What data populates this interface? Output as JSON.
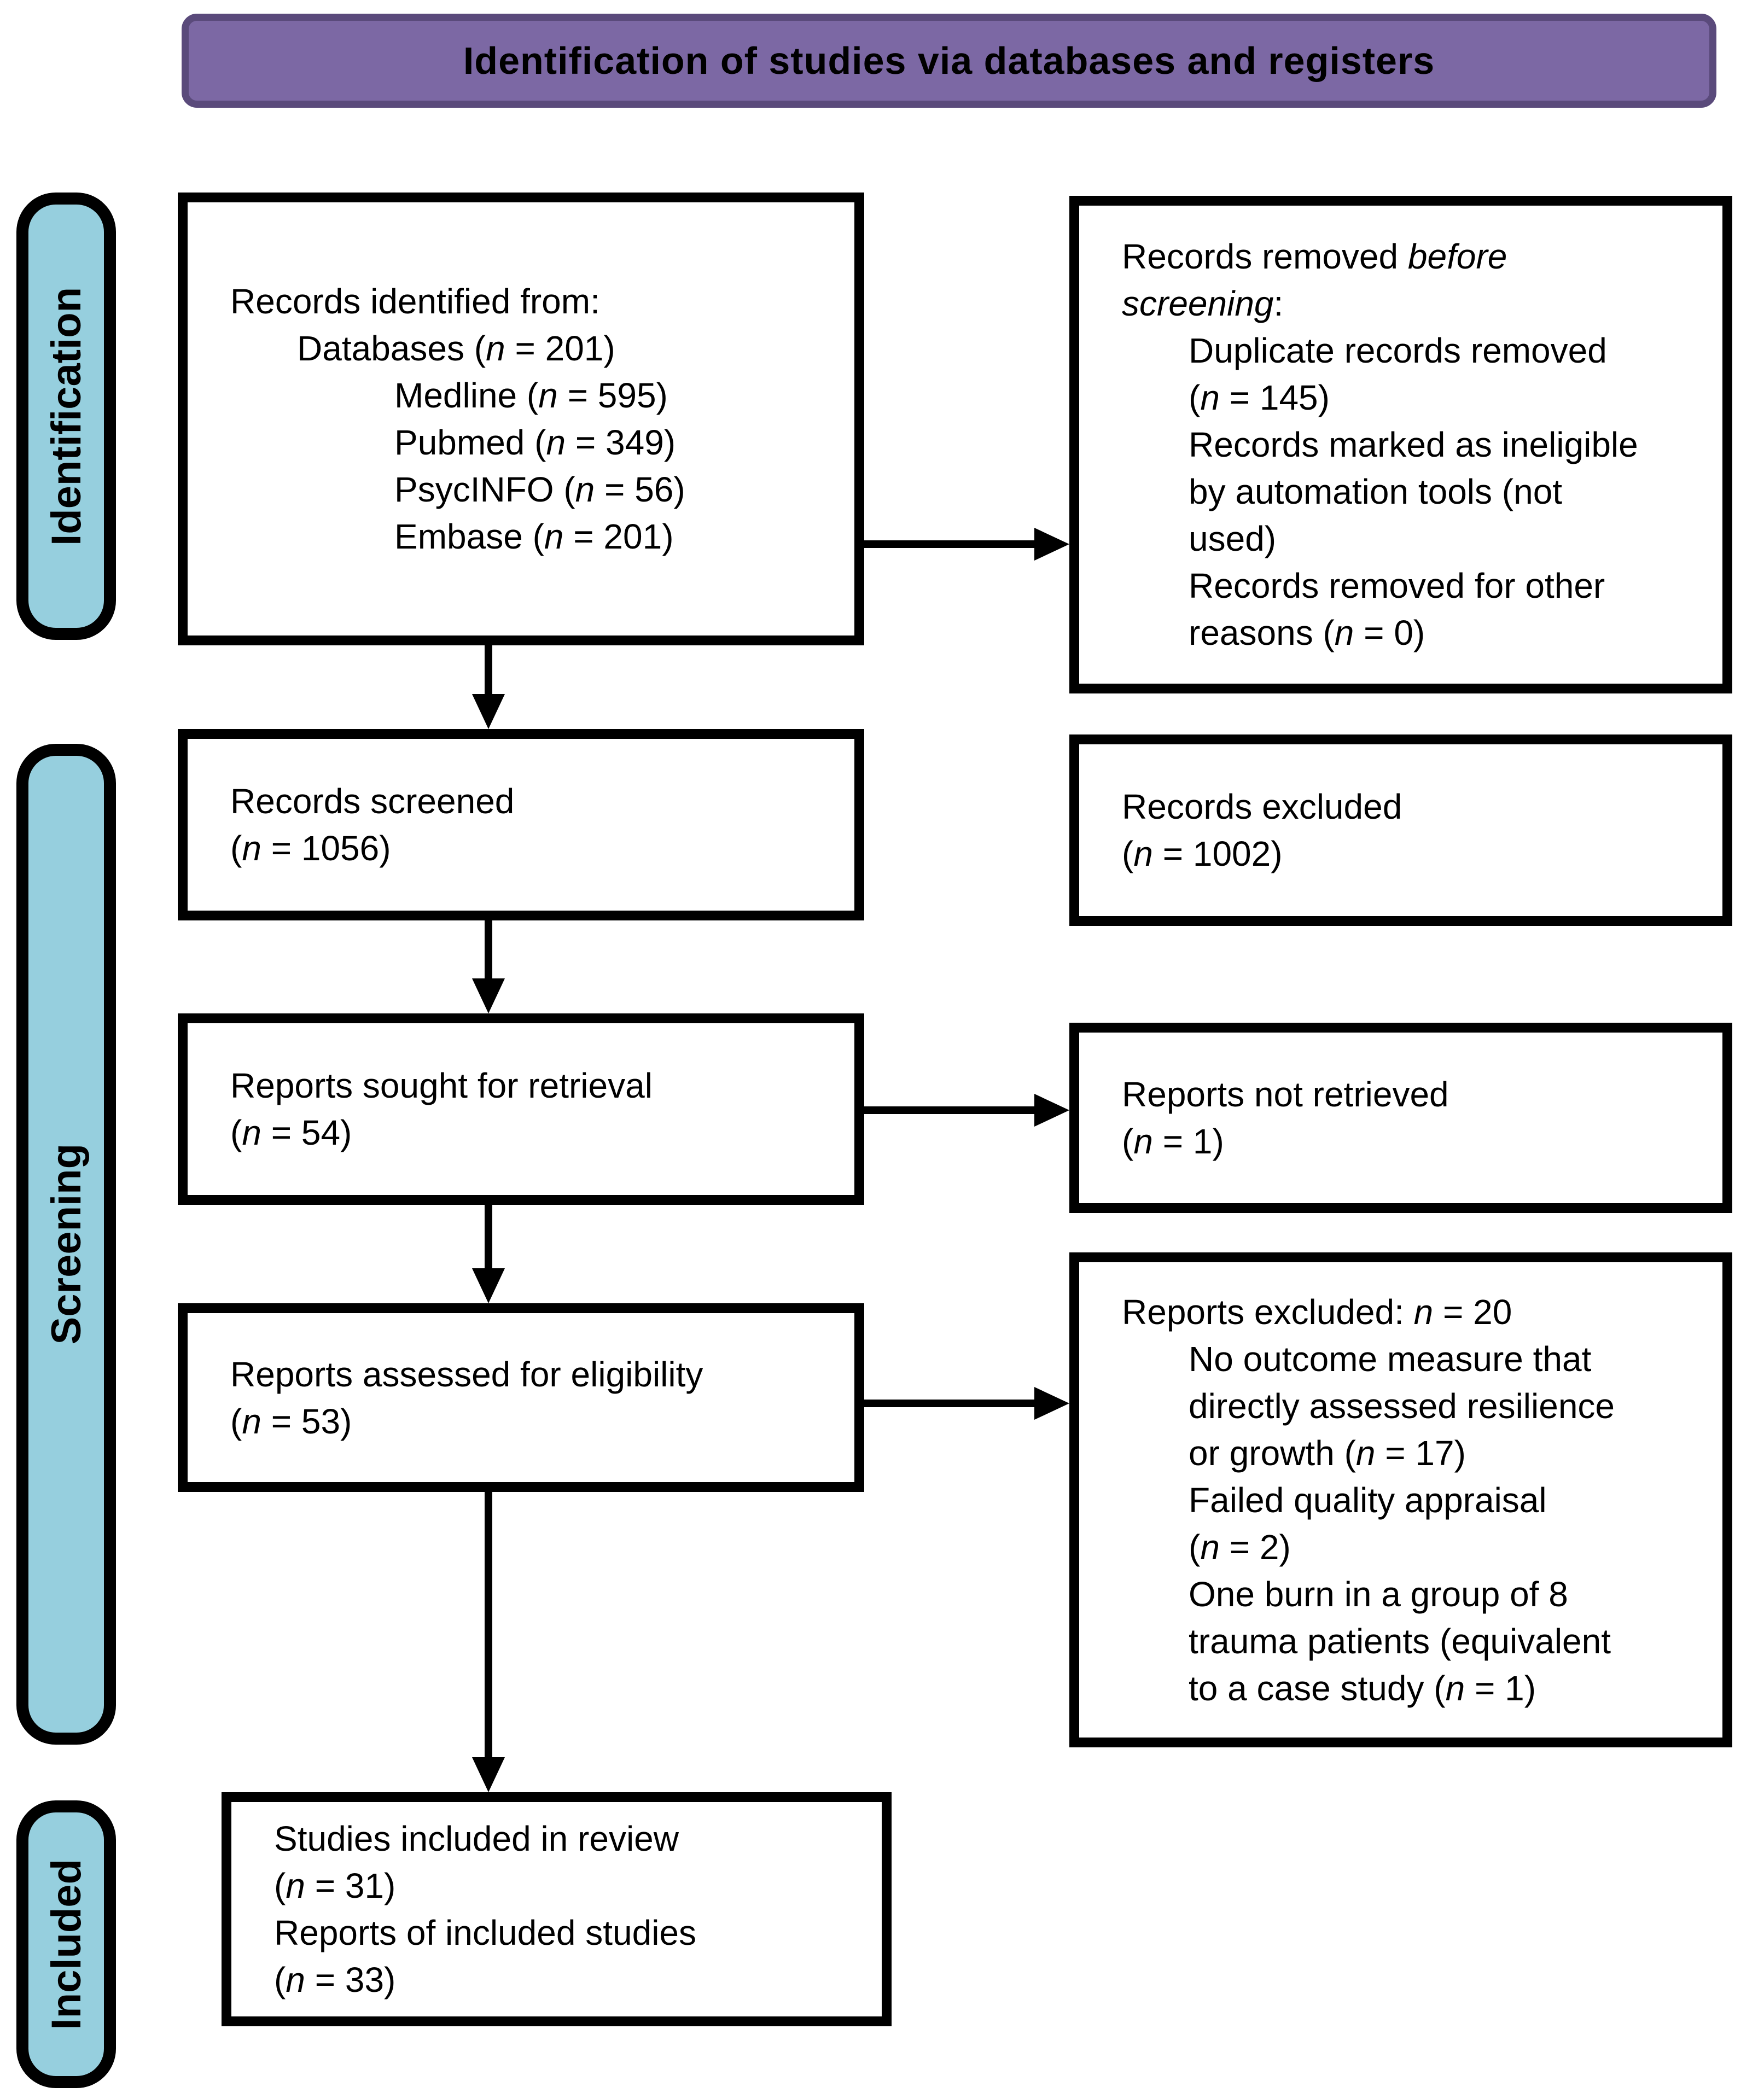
{
  "banner": {
    "title": "Identification of studies via databases and registers"
  },
  "side_labels": {
    "identification": "Identification",
    "screening": "Screening",
    "included": "Included"
  },
  "colors": {
    "banner_fill": "#7C68A4",
    "banner_border": "#5A4A7B",
    "side_label_fill": "#96CFDE",
    "box_border": "#000000",
    "arrow": "#000000"
  },
  "boxes": {
    "records_identified": {
      "lines": [
        {
          "indent": 0,
          "segments": [
            {
              "text": "Records identified from:"
            }
          ]
        },
        {
          "indent": 1,
          "segments": [
            {
              "text": "Databases ("
            },
            {
              "text": "n",
              "italic": true
            },
            {
              "text": " = 201)"
            }
          ]
        },
        {
          "indent": 2,
          "segments": [
            {
              "text": "Medline ("
            },
            {
              "text": "n",
              "italic": true
            },
            {
              "text": " = 595)"
            }
          ]
        },
        {
          "indent": 2,
          "segments": [
            {
              "text": "Pubmed ("
            },
            {
              "text": "n",
              "italic": true
            },
            {
              "text": " = 349)"
            }
          ]
        },
        {
          "indent": 2,
          "segments": [
            {
              "text": "PsycINFO ("
            },
            {
              "text": "n",
              "italic": true
            },
            {
              "text": " = 56)"
            }
          ]
        },
        {
          "indent": 2,
          "segments": [
            {
              "text": "Embase ("
            },
            {
              "text": "n",
              "italic": true
            },
            {
              "text": " = 201)"
            }
          ]
        }
      ]
    },
    "records_removed": {
      "lines": [
        {
          "indent": 0,
          "segments": [
            {
              "text": "Records removed "
            },
            {
              "text": "before",
              "italic": true
            }
          ]
        },
        {
          "indent": 0,
          "segments": [
            {
              "text": "screening",
              "italic": true
            },
            {
              "text": ":"
            }
          ]
        },
        {
          "indent": 1,
          "segments": [
            {
              "text": "Duplicate records removed"
            }
          ]
        },
        {
          "indent": 1,
          "segments": [
            {
              "text": "("
            },
            {
              "text": "n",
              "italic": true
            },
            {
              "text": " = 145)"
            }
          ]
        },
        {
          "indent": 1,
          "segments": [
            {
              "text": "Records marked as ineligible"
            }
          ]
        },
        {
          "indent": 1,
          "segments": [
            {
              "text": "by automation tools (not"
            }
          ]
        },
        {
          "indent": 1,
          "segments": [
            {
              "text": "used)"
            }
          ]
        },
        {
          "indent": 1,
          "segments": [
            {
              "text": "Records removed for other"
            }
          ]
        },
        {
          "indent": 1,
          "segments": [
            {
              "text": "reasons ("
            },
            {
              "text": "n",
              "italic": true
            },
            {
              "text": " = 0)"
            }
          ]
        }
      ]
    },
    "records_screened": {
      "lines": [
        {
          "indent": 0,
          "segments": [
            {
              "text": "Records screened"
            }
          ]
        },
        {
          "indent": 0,
          "segments": [
            {
              "text": "("
            },
            {
              "text": "n",
              "italic": true
            },
            {
              "text": " = 1056)"
            }
          ]
        }
      ]
    },
    "records_excluded": {
      "lines": [
        {
          "indent": 0,
          "segments": [
            {
              "text": "Records excluded"
            }
          ]
        },
        {
          "indent": 0,
          "segments": [
            {
              "text": "("
            },
            {
              "text": "n",
              "italic": true
            },
            {
              "text": " = 1002)"
            }
          ]
        }
      ]
    },
    "reports_sought": {
      "lines": [
        {
          "indent": 0,
          "segments": [
            {
              "text": "Reports sought for retrieval"
            }
          ]
        },
        {
          "indent": 0,
          "segments": [
            {
              "text": "("
            },
            {
              "text": "n",
              "italic": true
            },
            {
              "text": " = 54)"
            }
          ]
        }
      ]
    },
    "reports_not_retrieved": {
      "lines": [
        {
          "indent": 0,
          "segments": [
            {
              "text": "Reports not retrieved"
            }
          ]
        },
        {
          "indent": 0,
          "segments": [
            {
              "text": "("
            },
            {
              "text": "n",
              "italic": true
            },
            {
              "text": " = 1)"
            }
          ]
        }
      ]
    },
    "reports_assessed": {
      "lines": [
        {
          "indent": 0,
          "segments": [
            {
              "text": "Reports assessed for eligibility"
            }
          ]
        },
        {
          "indent": 0,
          "segments": [
            {
              "text": "("
            },
            {
              "text": "n",
              "italic": true
            },
            {
              "text": " = 53)"
            }
          ]
        }
      ]
    },
    "reports_excluded": {
      "lines": [
        {
          "indent": 0,
          "segments": [
            {
              "text": "Reports excluded: "
            },
            {
              "text": "n",
              "italic": true
            },
            {
              "text": " = 20"
            }
          ]
        },
        {
          "indent": 1,
          "segments": [
            {
              "text": "No outcome measure that"
            }
          ]
        },
        {
          "indent": 1,
          "segments": [
            {
              "text": "directly assessed resilience"
            }
          ]
        },
        {
          "indent": 1,
          "segments": [
            {
              "text": "or growth ("
            },
            {
              "text": "n",
              "italic": true
            },
            {
              "text": " = 17)"
            }
          ]
        },
        {
          "indent": 1,
          "segments": [
            {
              "text": "Failed quality appraisal"
            }
          ]
        },
        {
          "indent": 1,
          "segments": [
            {
              "text": "("
            },
            {
              "text": "n",
              "italic": true
            },
            {
              "text": " = 2)"
            }
          ]
        },
        {
          "indent": 1,
          "segments": [
            {
              "text": "One burn in a group of 8"
            }
          ]
        },
        {
          "indent": 1,
          "segments": [
            {
              "text": "trauma patients (equivalent"
            }
          ]
        },
        {
          "indent": 1,
          "segments": [
            {
              "text": "to a case study ("
            },
            {
              "text": "n",
              "italic": true
            },
            {
              "text": " = 1)"
            }
          ]
        }
      ]
    },
    "studies_included": {
      "lines": [
        {
          "indent": 0,
          "segments": [
            {
              "text": "Studies included in review"
            }
          ]
        },
        {
          "indent": 0,
          "segments": [
            {
              "text": "("
            },
            {
              "text": "n",
              "italic": true
            },
            {
              "text": " = 31)"
            }
          ]
        },
        {
          "indent": 0,
          "segments": [
            {
              "text": "Reports of included studies"
            }
          ]
        },
        {
          "indent": 0,
          "segments": [
            {
              "text": "("
            },
            {
              "text": "n",
              "italic": true
            },
            {
              "text": " = 33)"
            }
          ]
        }
      ]
    }
  }
}
